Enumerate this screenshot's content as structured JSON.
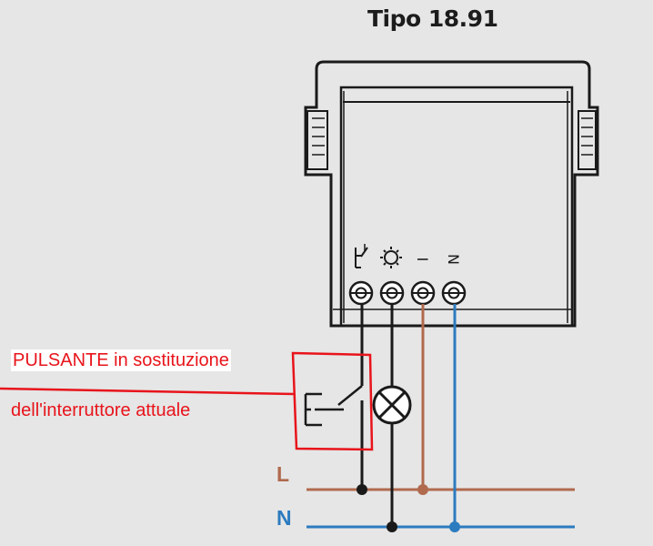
{
  "diagram": {
    "title": "Tipo 18.91",
    "note_line1": "PULSANTE in sostituzione",
    "note_line2": "dell'interruttore attuale",
    "line_label": "L",
    "neutral_label": "N",
    "terminal_labels": [
      "Ⅰ",
      "N"
    ]
  },
  "colors": {
    "background": "#e6e6e6",
    "outline": "#1a1a1a",
    "live_wire": "#b06a4e",
    "neutral_wire": "#2c7bbf",
    "annotation": "#e8141b"
  }
}
